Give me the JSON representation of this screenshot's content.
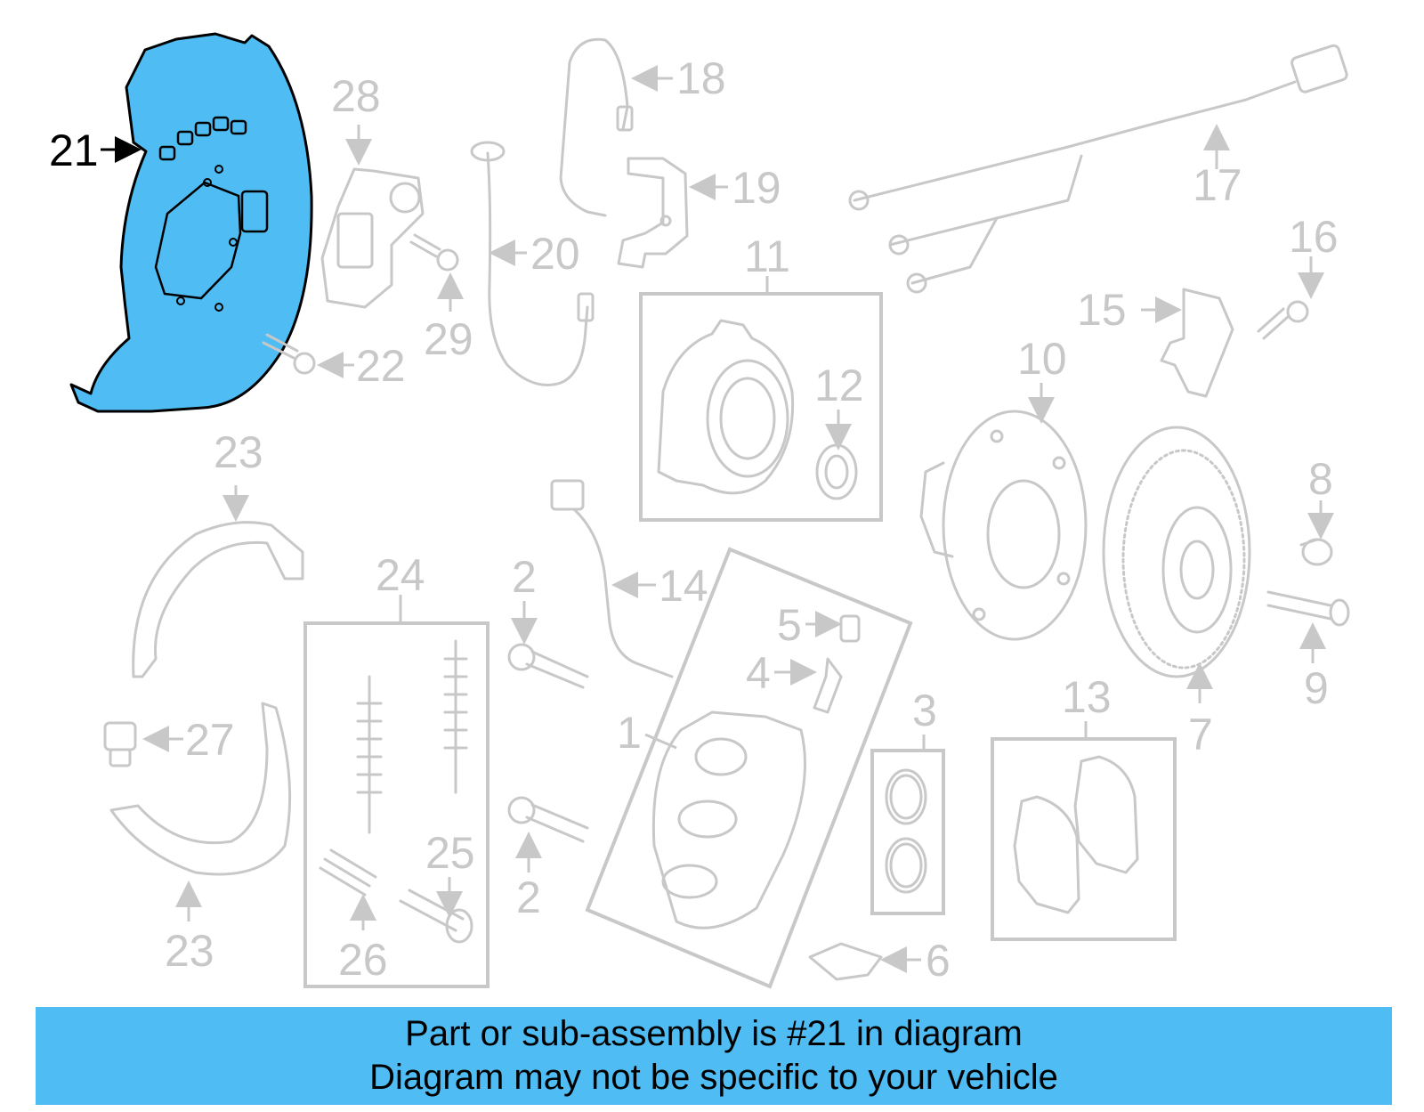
{
  "diagram": {
    "highlight_color": "#4fbdf3",
    "highlighted_part": "21",
    "labels": {
      "l1": "1",
      "l2a": "2",
      "l2b": "2",
      "l3": "3",
      "l4": "4",
      "l5": "5",
      "l6": "6",
      "l7": "7",
      "l8": "8",
      "l9": "9",
      "l10": "10",
      "l11": "11",
      "l12": "12",
      "l13": "13",
      "l14": "14",
      "l15": "15",
      "l16": "16",
      "l17": "17",
      "l18": "18",
      "l19": "19",
      "l20": "20",
      "l21": "21",
      "l22": "22",
      "l23a": "23",
      "l23b": "23",
      "l24": "24",
      "l25": "25",
      "l26": "26",
      "l27": "27",
      "l28": "28",
      "l29": "29"
    }
  },
  "banner": {
    "line1": "Part or sub-assembly is #21 in diagram",
    "line2": "Diagram may not be specific to your vehicle",
    "color": "#4fbdf3"
  }
}
